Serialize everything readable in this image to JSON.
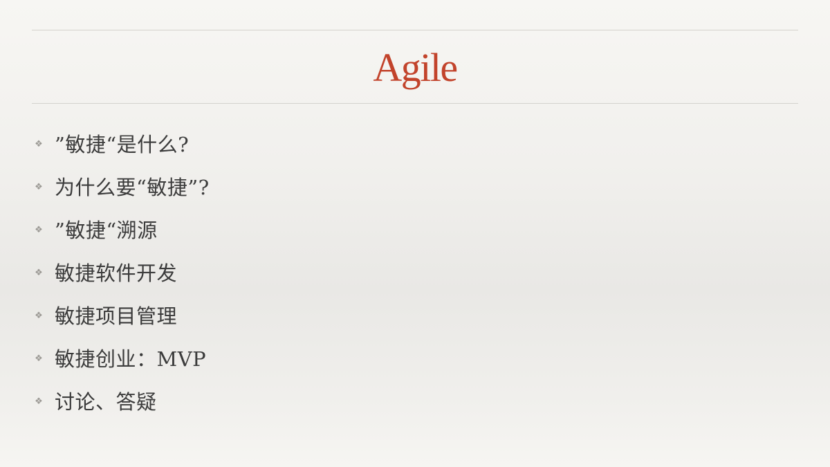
{
  "slide": {
    "title": "Agile",
    "title_color": "#c2432b",
    "text_color": "#3b3b3b",
    "bullet_icon": "diamond-fleuron-icon",
    "bullets": [
      {
        "label": "”敏捷“是什么?"
      },
      {
        "label": "为什么要“敏捷”?"
      },
      {
        "label": "”敏捷“溯源"
      },
      {
        "label": "敏捷软件开发"
      },
      {
        "label": "敏捷项目管理"
      },
      {
        "label": "敏捷创业：MVP"
      },
      {
        "label": "讨论、答疑"
      }
    ]
  }
}
